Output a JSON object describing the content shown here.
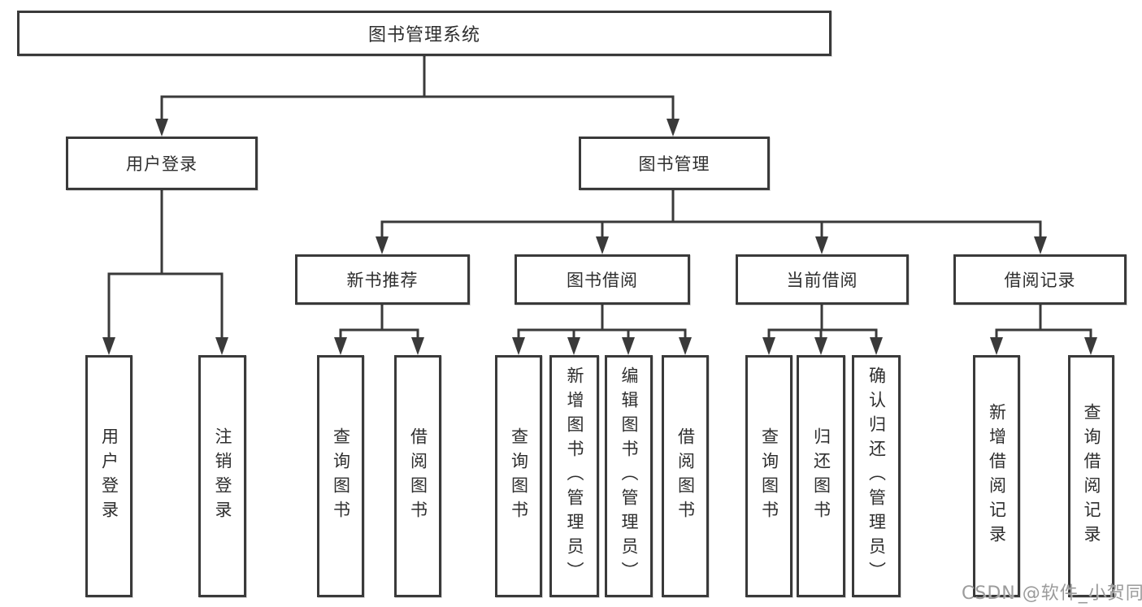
{
  "root_label": "图书管理系统",
  "level2": [
    {
      "label": "用户登录",
      "leaves": [
        "用户登录",
        "注销登录"
      ]
    },
    {
      "label": "图书管理",
      "children": [
        {
          "label": "新书推荐",
          "leaves": [
            "查询图书",
            "借阅图书"
          ]
        },
        {
          "label": "图书借阅",
          "leaves": [
            "查询图书",
            "新增图书（管理员）",
            "编辑图书（管理员）",
            "借阅图书"
          ]
        },
        {
          "label": "当前借阅",
          "leaves": [
            "查询图书",
            "归还图书",
            "确认归还（管理员）"
          ]
        },
        {
          "label": "借阅记录",
          "leaves": [
            "新增借阅记录",
            "查询借阅记录"
          ]
        }
      ]
    }
  ],
  "watermark": "CSDN @软件_小贺同学",
  "colors": {
    "line": "#3a3a3a",
    "text": "#2e2e2e",
    "box_background": "#ffffff",
    "watermark": "#9b9b9b"
  }
}
